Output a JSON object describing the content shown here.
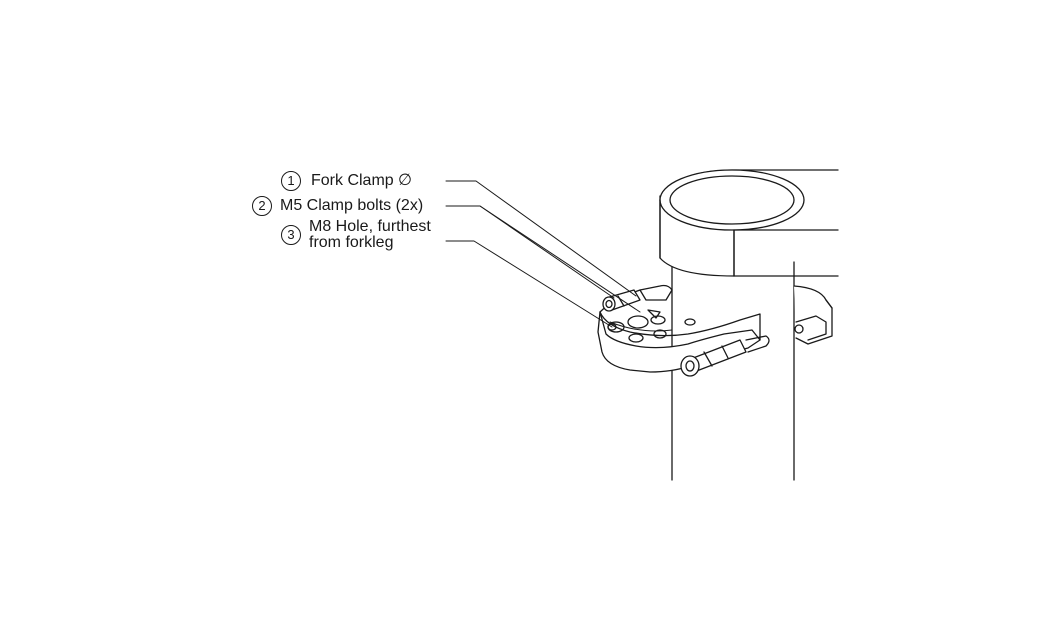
{
  "callouts": [
    {
      "number": "1",
      "label": "Fork Clamp ∅"
    },
    {
      "number": "2",
      "label": "M5 Clamp bolts (2x)"
    },
    {
      "number": "3",
      "label_line1": "M8 Hole, furthest",
      "label_line2": "from forkleg"
    }
  ],
  "colors": {
    "line": "#1a1a1a",
    "part_fill": "#ffffff",
    "shade": "#d9d9d9"
  }
}
